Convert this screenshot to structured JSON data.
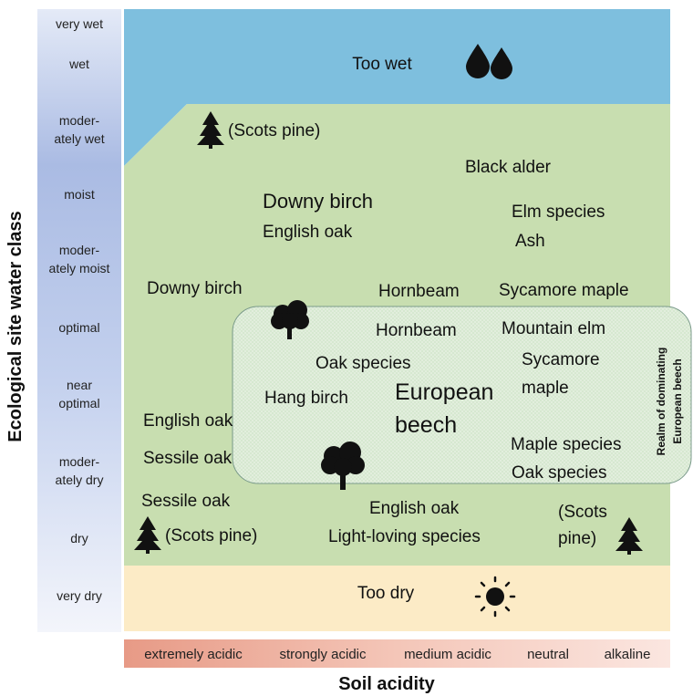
{
  "y_axis": {
    "title": "Ecological site water class",
    "classes": [
      [
        "very wet"
      ],
      [
        "wet"
      ],
      [
        "moder-",
        "ately wet"
      ],
      [
        "moist"
      ],
      [
        "moder-",
        "ately moist"
      ],
      [
        "optimal"
      ],
      [
        "near",
        "optimal"
      ],
      [
        "moder-",
        "ately dry"
      ],
      [
        "dry"
      ],
      [
        "very dry"
      ]
    ]
  },
  "x_axis": {
    "title": "Soil acidity",
    "classes": [
      "extremely acidic",
      "strongly acidic",
      "medium acidic",
      "neutral",
      "alkaline"
    ]
  },
  "zones": {
    "too_wet": "Too wet",
    "too_dry": "Too dry",
    "beech_realm": [
      "Realm of dominating",
      "European beech"
    ]
  },
  "species": {
    "scots_pine_top": "(Scots pine)",
    "black_alder": "Black alder",
    "downy_birch_large": "Downy birch",
    "english_oak_moist": "English oak",
    "elm_species": "Elm species",
    "ash": "Ash",
    "downy_birch_left": "Downy birch",
    "hornbeam_upper": "Hornbeam",
    "sycamore_maple_upper": "Sycamore maple",
    "hornbeam_inner": "Hornbeam",
    "mountain_elm": "Mountain elm",
    "oak_species_inner": "Oak species",
    "sycamore_maple_inner": [
      "Sycamore",
      "maple"
    ],
    "hang_birch": "Hang birch",
    "european_beech": [
      "European",
      "beech"
    ],
    "english_oak_left": "English oak",
    "maple_species": "Maple species",
    "sessile_oak_left": "Sessile oak",
    "oak_species_right": "Oak species",
    "sessile_oak_dry": "Sessile oak",
    "english_oak_dry": "English oak",
    "scots_pine_dry_right": [
      "(Scots",
      "pine)"
    ],
    "scots_pine_dry_left": "(Scots pine)",
    "light_loving_species": "Light-loving species"
  },
  "colors": {
    "too_wet": "#7ebfde",
    "forest": "#c8deb0",
    "beech_realm": "#d6e8d0",
    "too_dry": "#fcebc6",
    "axis_title_blue": "#4472c4",
    "axis_title_red": "#c00000"
  },
  "icons": {
    "water": "water-drops-icon",
    "sun": "sun-icon",
    "conifer": "conifer-tree-icon",
    "deciduous": "deciduous-tree-icon"
  }
}
